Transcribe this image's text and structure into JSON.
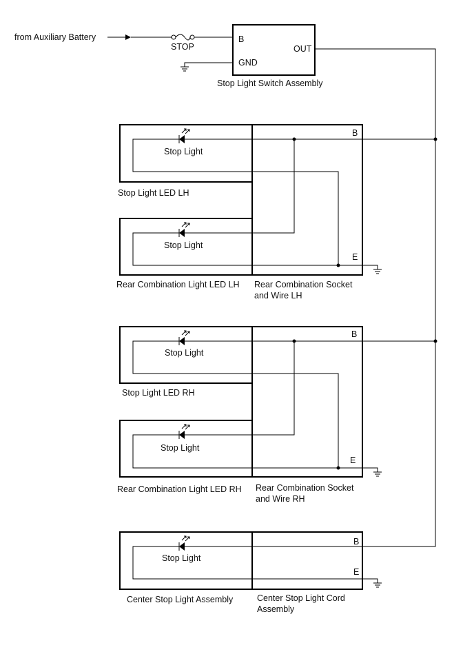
{
  "source": {
    "label": "from Auxiliary Battery"
  },
  "fuse": {
    "label": "STOP"
  },
  "switch": {
    "name": "Stop Light Switch Assembly",
    "pin_b": "B",
    "pin_gnd": "GND",
    "pin_out": "OUT"
  },
  "lh_group": {
    "stop_led_name": "Stop Light LED LH",
    "rear_led_name": "Rear Combination Light LED LH",
    "socket_name_line1": "Rear Combination Socket",
    "socket_name_line2": "and Wire LH",
    "lamp_label_upper": "Stop Light",
    "lamp_label_lower": "Stop Light",
    "pin_b": "B",
    "pin_e": "E"
  },
  "rh_group": {
    "stop_led_name": "Stop Light LED RH",
    "rear_led_name": "Rear Combination Light LED RH",
    "socket_name_line1": "Rear Combination Socket",
    "socket_name_line2": "and Wire RH",
    "lamp_label_upper": "Stop Light",
    "lamp_label_lower": "Stop Light",
    "pin_b": "B",
    "pin_e": "E"
  },
  "center_group": {
    "assembly_name": "Center Stop Light Assembly",
    "cord_name_line1": "Center Stop Light Cord",
    "cord_name_line2": "Assembly",
    "lamp_label": "Stop Light",
    "pin_b": "B",
    "pin_e": "E"
  },
  "colors": {
    "line": "#000000",
    "background": "#ffffff"
  }
}
